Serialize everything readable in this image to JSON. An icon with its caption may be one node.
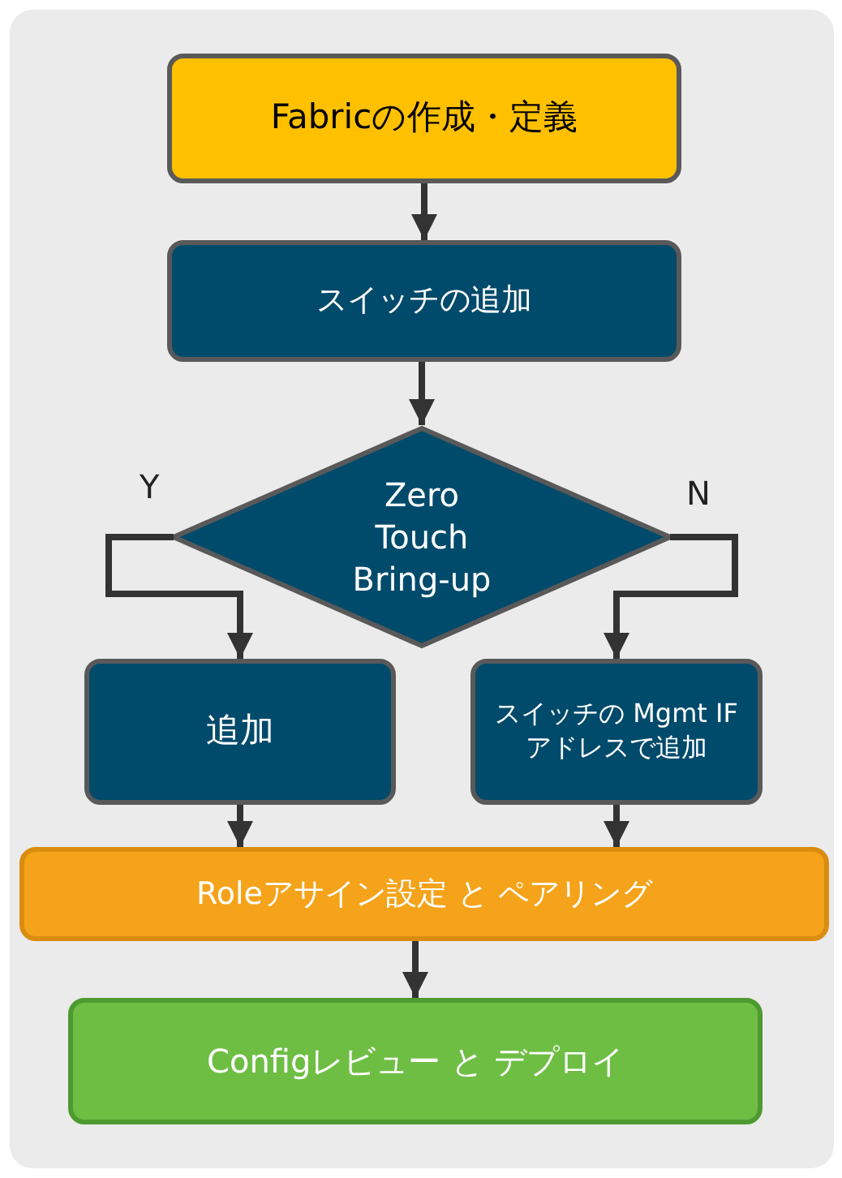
{
  "diagram": {
    "nodes": [
      {
        "text": [
          "Fabricの作成・定義"
        ]
      },
      {
        "text": [
          "スイッチの追加"
        ]
      },
      {
        "text": [
          "Zero Touch Bring-up"
        ]
      },
      {
        "text": [
          "追加"
        ]
      },
      {
        "text": [
          "スイッチの Mgmt IF アドレスで追加"
        ]
      },
      {
        "text": [
          "Roleアサイン設定 と ペアリング"
        ]
      },
      {
        "text": [
          "Configレビュー と デプロイ"
        ]
      }
    ],
    "edges": [
      {
        "from": 0,
        "to": 1,
        "arrow": "to"
      },
      {
        "from": 1,
        "to": 2,
        "arrow": "to"
      },
      {
        "from": 2,
        "to": 3,
        "arrow": "to",
        "label": "Y"
      },
      {
        "from": 2,
        "to": 4,
        "arrow": "to",
        "label": "N"
      },
      {
        "from": 3,
        "to": 5,
        "arrow": "to"
      },
      {
        "from": 4,
        "to": 5,
        "arrow": "to"
      },
      {
        "from": 5,
        "to": 6,
        "arrow": "to"
      }
    ]
  }
}
